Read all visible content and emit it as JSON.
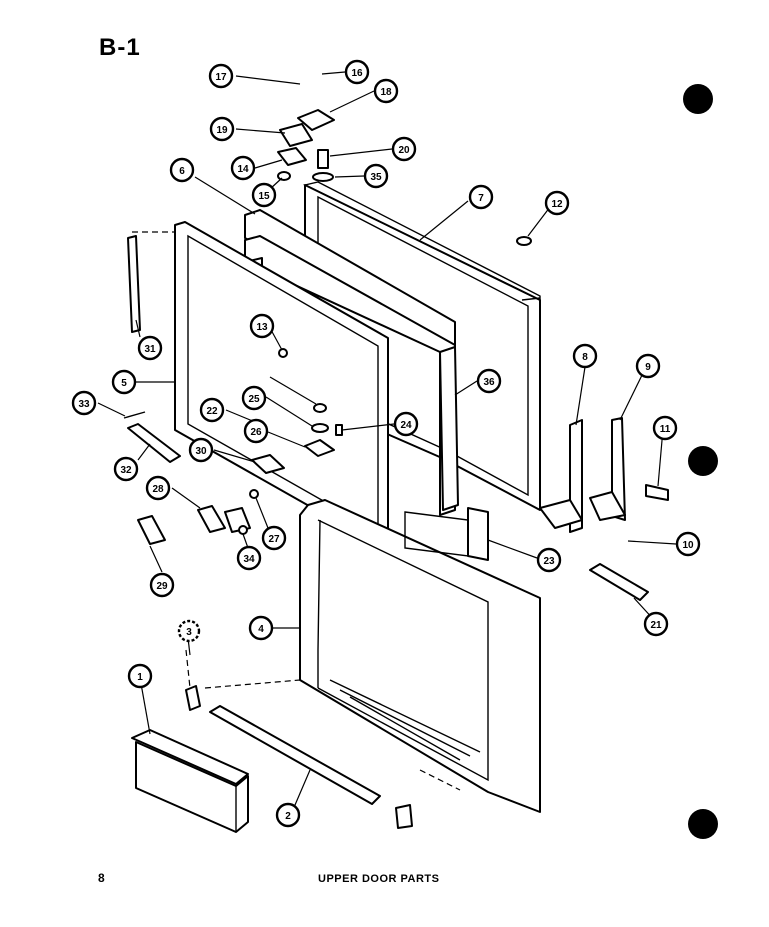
{
  "header": {
    "code": "B-1"
  },
  "footer": {
    "page_number": "8",
    "caption": "UPPER DOOR PARTS"
  },
  "callouts": [
    "17",
    "16",
    "18",
    "19",
    "14",
    "20",
    "15",
    "35",
    "6",
    "7",
    "12",
    "13",
    "31",
    "5",
    "33",
    "22",
    "25",
    "26",
    "24",
    "32",
    "30",
    "28",
    "27",
    "34",
    "29",
    "36",
    "8",
    "9",
    "11",
    "10",
    "23",
    "21",
    "4",
    "1",
    "2",
    "3"
  ]
}
